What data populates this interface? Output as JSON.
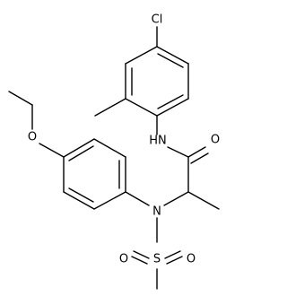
{
  "diagram": {
    "type": "chemical-structure",
    "atom_labels": {
      "chlorine": "Cl",
      "amide_nitrogen": "HN",
      "amide_oxygen": "O",
      "ether_oxygen": "O",
      "sulfonamide_nitrogen": "N",
      "sulfur": "S",
      "sulfonyl_oxygen_left": "O",
      "sulfonyl_oxygen_right": "O"
    }
  }
}
